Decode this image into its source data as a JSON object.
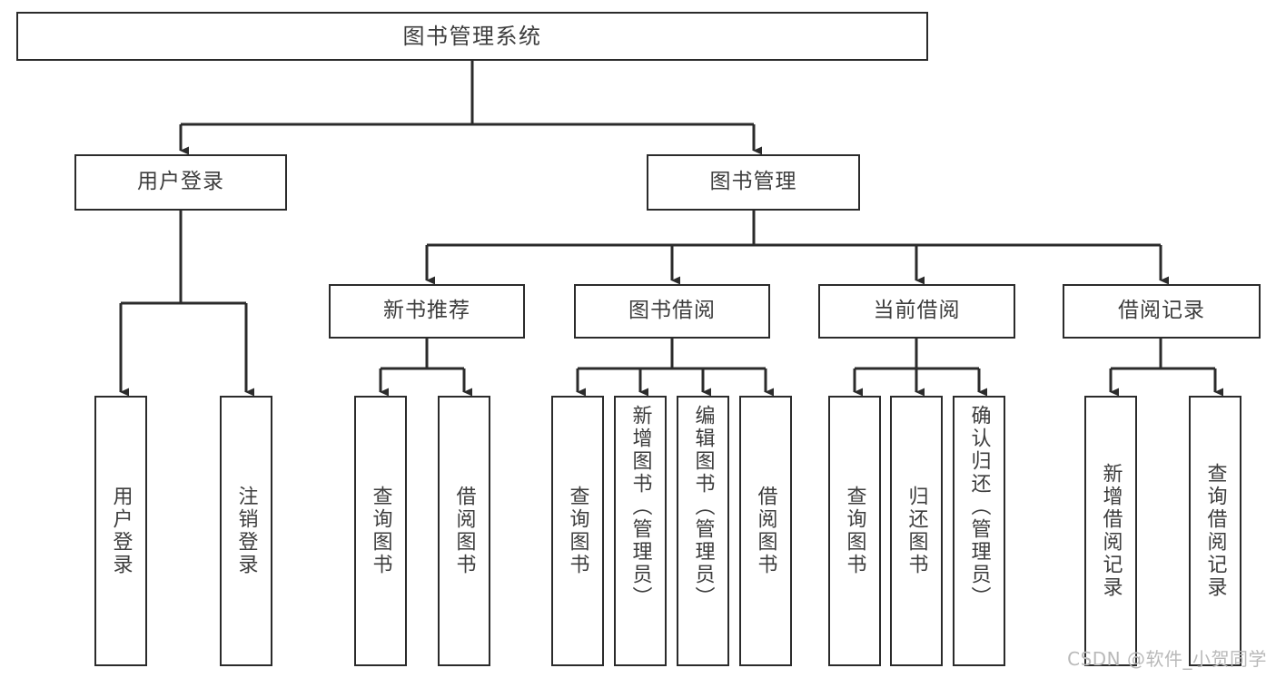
{
  "diagram": {
    "type": "tree",
    "title": "图书管理系统",
    "orientation": "top-down",
    "colors": {
      "box_border": "#2b2b2b",
      "box_fill": "#ffffff",
      "text": "#3d3d3d",
      "edge": "#2b2b2b",
      "watermark": "#b9b9b9",
      "background": "#ffffff"
    }
  },
  "watermark": {
    "text": "CSDN @软件_小贺同学"
  },
  "nodes": {
    "root": {
      "label": "图书管理系统"
    },
    "level2": [
      {
        "id": "user-login",
        "label": "用户登录"
      },
      {
        "id": "book-management",
        "label": "图书管理"
      }
    ],
    "level3": [
      {
        "id": "new-book-recommend",
        "label": "新书推荐"
      },
      {
        "id": "book-borrow",
        "label": "图书借阅"
      },
      {
        "id": "current-borrow",
        "label": "当前借阅"
      },
      {
        "id": "borrow-record",
        "label": "借阅记录"
      }
    ],
    "leaves": {
      "user_login": [
        {
          "id": "leaf-user-login",
          "label": "用户登录"
        },
        {
          "id": "leaf-logout-login",
          "label": "注销登录"
        }
      ],
      "new_book_recommend": [
        {
          "id": "leaf-query-book-1",
          "label": "查询图书"
        },
        {
          "id": "leaf-borrow-book-1",
          "label": "借阅图书"
        }
      ],
      "book_borrow": [
        {
          "id": "leaf-query-book-2",
          "label": "查询图书"
        },
        {
          "id": "leaf-add-book-admin",
          "label": "新增图书（管理员）"
        },
        {
          "id": "leaf-edit-book-admin",
          "label": "编辑图书（管理员）"
        },
        {
          "id": "leaf-borrow-book-2",
          "label": "借阅图书"
        }
      ],
      "current_borrow": [
        {
          "id": "leaf-query-book-3",
          "label": "查询图书"
        },
        {
          "id": "leaf-return-book",
          "label": "归还图书"
        },
        {
          "id": "leaf-confirm-return-admin",
          "label": "确认归还（管理员）"
        }
      ],
      "borrow_record": [
        {
          "id": "leaf-add-borrow-record",
          "label": "新增借阅记录"
        },
        {
          "id": "leaf-query-borrow-record",
          "label": "查询借阅记录"
        }
      ]
    }
  }
}
